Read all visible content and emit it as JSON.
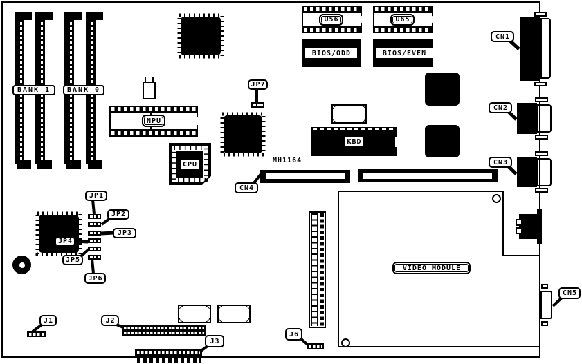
{
  "diagram": {
    "type": "motherboard-layout",
    "background": "#ffffff",
    "ink": "#000000"
  },
  "labels": {
    "bank1": "BANK 1",
    "bank0": "BANK 0",
    "npu": "NPU",
    "cpu": "CPU",
    "kbd": "KBD",
    "u56": "U56",
    "u65": "U65",
    "bios_odd": "BIOS/ODD",
    "bios_even": "BIOS/EVEN",
    "mh1164": "MH1164",
    "video_module": "VIDEO MODULE",
    "jp1": "JP1",
    "jp2": "JP2",
    "jp3": "JP3",
    "jp4": "JP4",
    "jp5": "JP5",
    "jp6": "JP6",
    "jp7": "JP7",
    "j1": "J1",
    "j2": "J2",
    "j3": "J3",
    "j6": "J6",
    "cn1": "CN1",
    "cn2": "CN2",
    "cn3": "CN3",
    "cn4": "CN4",
    "cn5": "CN5"
  }
}
